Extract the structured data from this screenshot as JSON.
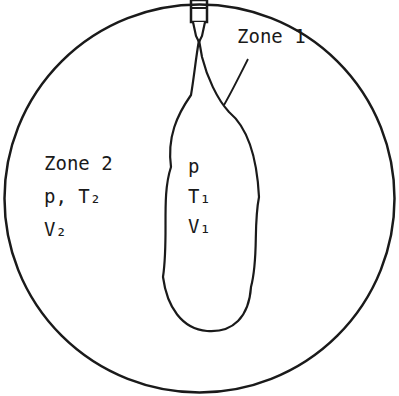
{
  "diagram": {
    "nodes": [
      {
        "text": [
          "Zone 2",
          "p, T₂",
          "V₂"
        ]
      },
      {
        "text": [
          "Zone 1",
          "p",
          "T₁",
          "V₁"
        ],
        "in": 0
      }
    ]
  }
}
